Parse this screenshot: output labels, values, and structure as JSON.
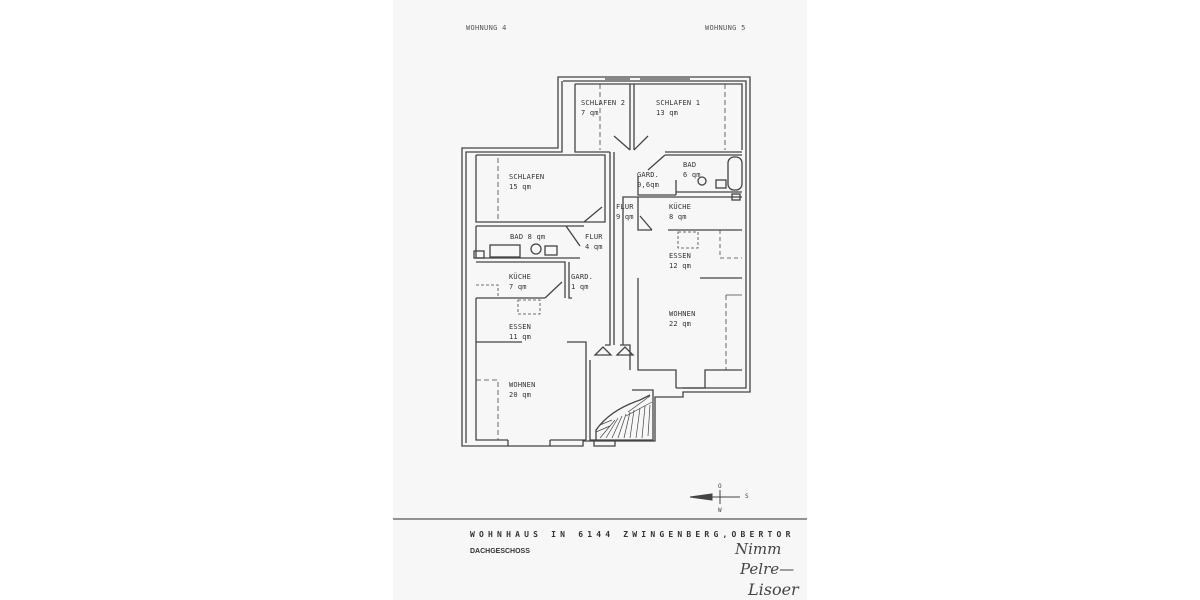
{
  "header": {
    "left_label": "WOHNUNG 4",
    "right_label": "WOHNUNG 5"
  },
  "rooms": {
    "w5_schlafen2": {
      "name": "SCHLAFEN 2",
      "area": "7 qm"
    },
    "w5_schlafen1": {
      "name": "SCHLAFEN 1",
      "area": "13 qm"
    },
    "w5_gard": {
      "name": "GARD.",
      "area": "0,6qm"
    },
    "w5_bad": {
      "name": "BAD",
      "area": "6 qm"
    },
    "w5_flur": {
      "name": "FLUR",
      "area": "9 qm"
    },
    "w5_kueche": {
      "name": "KÜCHE",
      "area": "8 qm"
    },
    "w5_essen": {
      "name": "ESSEN",
      "area": "12 qm"
    },
    "w5_wohnen": {
      "name": "WOHNEN",
      "area": "22 qm"
    },
    "w4_schlafen": {
      "name": "SCHLAFEN",
      "area": "15 qm"
    },
    "w4_bad": {
      "name": "BAD 8 qm",
      "area": ""
    },
    "w4_flur": {
      "name": "FLUR",
      "area": "4 qm"
    },
    "w4_kueche": {
      "name": "KÜCHE",
      "area": "7 qm"
    },
    "w4_gard": {
      "name": "GARD.",
      "area": "1 qm"
    },
    "w4_essen": {
      "name": "ESSEN",
      "area": "11 qm"
    },
    "w4_wohnen": {
      "name": "WOHNEN",
      "area": "20 qm"
    }
  },
  "compass": {
    "north": "O",
    "east": "S",
    "south": "W"
  },
  "footer": {
    "title": "WOHNHAUS IN 6144 ZWINGENBERG,OBERTOR",
    "subtitle": "DACHGESCHOSS",
    "signatures": [
      "Nimm",
      "Pelre—",
      "Lisoer"
    ]
  },
  "colors": {
    "paper": "#f7f7f7",
    "ink": "#444444"
  }
}
